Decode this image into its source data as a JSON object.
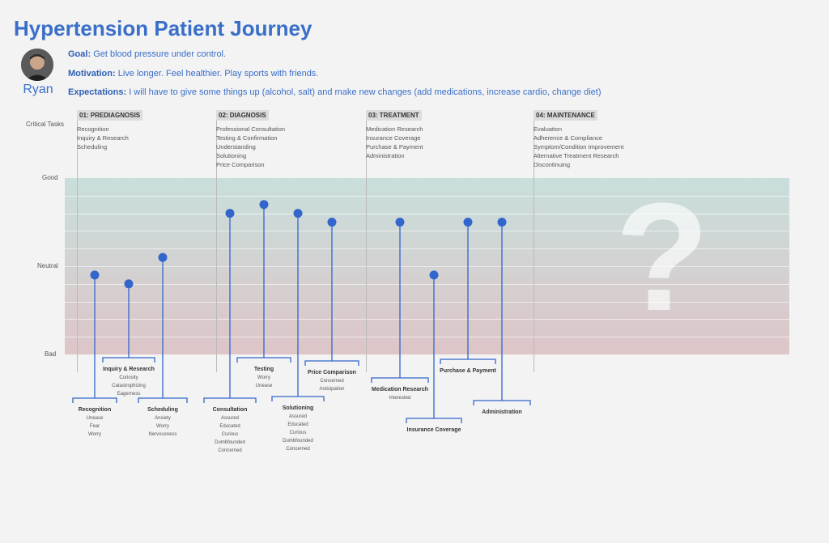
{
  "title": "Hypertension Patient Journey",
  "persona": {
    "name": "Ryan",
    "goal_label": "Goal:",
    "goal": "Get blood pressure under control.",
    "motivation_label": "Motivation:",
    "motivation": "Live longer. Feel healthier. Play sports with friends.",
    "expectations_label": "Expectations:",
    "expectations": "I will have to give some things up (alcohol, salt) and make new changes (add medications, increase cardio, change diet)"
  },
  "critical_tasks_label": "Critical Tasks",
  "scale": {
    "good": "Good",
    "neutral": "Neutral",
    "bad": "Bad"
  },
  "phases": [
    {
      "label": "01: PREDIAGNOSIS",
      "tasks": [
        "Recognition",
        "Inquiry & Research",
        "Scheduling"
      ]
    },
    {
      "label": "02: DIAGNOSIS",
      "tasks": [
        "Professional Consultation",
        "Testing & Confirmation",
        "Understanding",
        "Solutioning",
        "Price Comparison"
      ]
    },
    {
      "label": "03: TREATMENT",
      "tasks": [
        "Medication Research",
        "Insurance Coverage",
        "Purchase & Payment",
        "Administration"
      ]
    },
    {
      "label": "04: MAINTENANCE",
      "tasks": [
        "Evaluation",
        "Adherence & Compliance",
        "Symptom/Condition Improvement",
        "Alternative Treatment Research",
        "Discontinuing"
      ]
    }
  ],
  "unknown_mark": "?",
  "colors": {
    "accent": "#3a6fc9",
    "point": "#3366cc"
  },
  "touchpoints": [
    {
      "name": "Recognition",
      "emotions": [
        "Unease",
        "Fear",
        "Worry"
      ],
      "score": -0.2
    },
    {
      "name": "Inquiry & Research",
      "emotions": [
        "Curiosity",
        "Catastrophizing",
        "Eagerness"
      ],
      "score": -0.4
    },
    {
      "name": "Scheduling",
      "emotions": [
        "Anxiety",
        "Worry",
        "Nervousness"
      ],
      "score": 0.2
    },
    {
      "name": "Consultation",
      "emotions": [
        "Assured",
        "Educated",
        "Curious",
        "Dumbfounded",
        "Concerned"
      ],
      "score": 1.2
    },
    {
      "name": "Testing",
      "emotions": [
        "Worry",
        "Unease"
      ],
      "score": 1.4
    },
    {
      "name": "Solutioning",
      "emotions": [
        "Assured",
        "Educated",
        "Curious",
        "Dumbfounded",
        "Concerned"
      ],
      "score": 1.2
    },
    {
      "name": "Price Comparison",
      "emotions": [
        "Concerned",
        "Anticipation"
      ],
      "score": 1.0
    },
    {
      "name": "Medication Research",
      "emotions": [
        "Interested"
      ],
      "score": 1.0
    },
    {
      "name": "Insurance Coverage",
      "emotions": [],
      "score": -0.2
    },
    {
      "name": "Purchase & Payment",
      "emotions": [],
      "score": 1.0
    },
    {
      "name": "Administration",
      "emotions": [],
      "score": 1.0
    }
  ]
}
